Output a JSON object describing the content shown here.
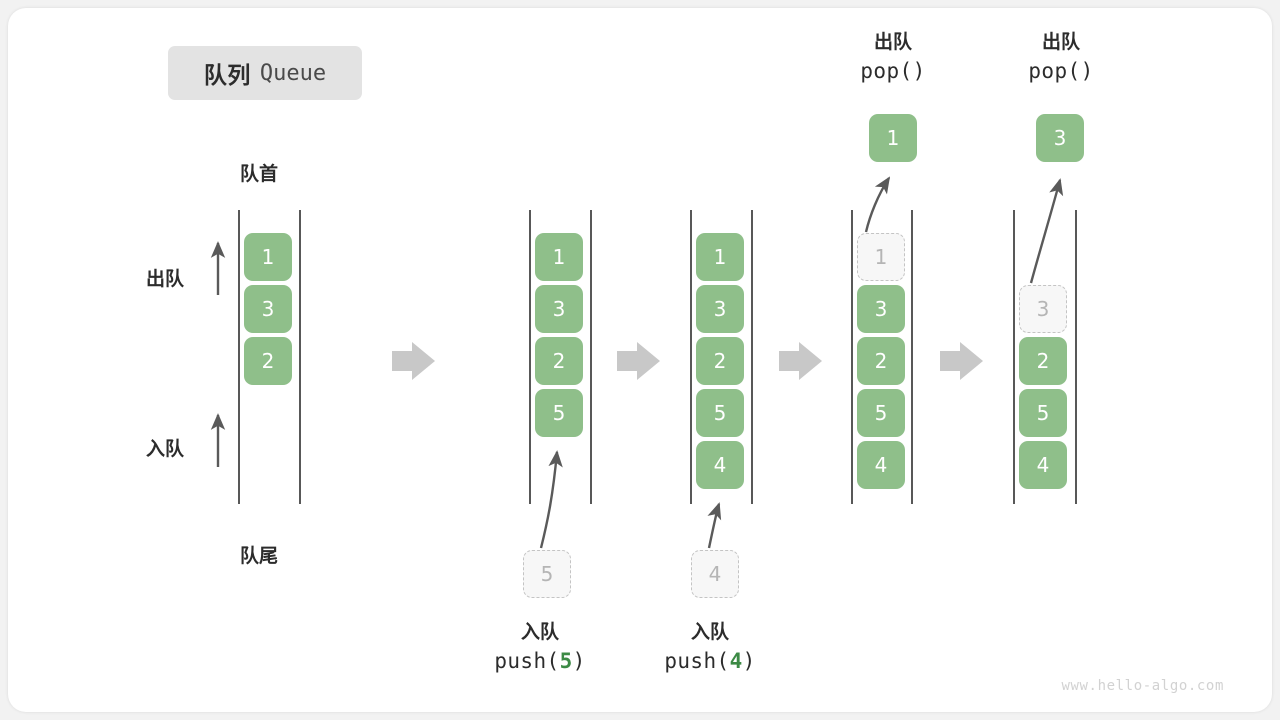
{
  "title": {
    "cn": "队列",
    "en": "Queue"
  },
  "labels": {
    "head": "队首",
    "tail": "队尾",
    "dequeue_axis": "出队",
    "enqueue_axis": "入队"
  },
  "colors": {
    "node_fill": "#8fbf8a",
    "node_text": "#ffffff",
    "ghost_fill": "#f7f7f7",
    "ghost_border": "#c4c4c4",
    "ghost_text": "#b5b5b5",
    "rail": "#585858",
    "arrow_gray": "#5a5a5a",
    "flow_arrow": "#c8c8c8",
    "accent_green": "#3c8a45",
    "chip_bg": "#e3e3e3",
    "text_dark": "#2c2c2c"
  },
  "watermark": "www.hello-algo.com",
  "stages": [
    {
      "id": "initial",
      "caption_cn": "",
      "caption_code": "",
      "nodes": [
        "1",
        "3",
        "2"
      ],
      "ghost_index": -1,
      "incoming_ghost": "",
      "popped": ""
    },
    {
      "id": "push-5",
      "caption_cn": "入队",
      "caption_code": "push(",
      "caption_arg": "5",
      "caption_code_end": ")",
      "nodes": [
        "1",
        "3",
        "2",
        "5"
      ],
      "ghost_index": -1,
      "incoming_ghost": "5",
      "popped": ""
    },
    {
      "id": "push-4",
      "caption_cn": "入队",
      "caption_code": "push(",
      "caption_arg": "4",
      "caption_code_end": ")",
      "nodes": [
        "1",
        "3",
        "2",
        "5",
        "4"
      ],
      "ghost_index": -1,
      "incoming_ghost": "4",
      "popped": ""
    },
    {
      "id": "pop-1",
      "caption_cn": "出队",
      "caption_code": "pop(",
      "caption_arg": "",
      "caption_code_end": ")",
      "nodes": [
        "1",
        "3",
        "2",
        "5",
        "4"
      ],
      "ghost_index": 0,
      "incoming_ghost": "",
      "popped": "1"
    },
    {
      "id": "pop-3",
      "caption_cn": "出队",
      "caption_code": "pop(",
      "caption_arg": "",
      "caption_code_end": ")",
      "nodes": [
        "",
        "3",
        "2",
        "5",
        "4"
      ],
      "ghost_index": 1,
      "incoming_ghost": "",
      "popped": "3"
    }
  ]
}
